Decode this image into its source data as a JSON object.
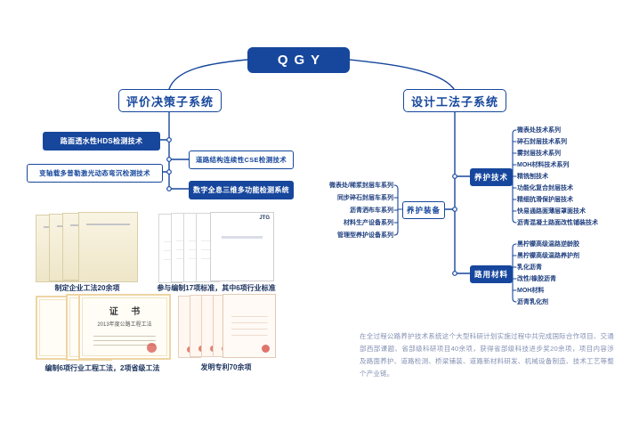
{
  "root": {
    "label": "QGY"
  },
  "left_subsystem": {
    "title": "评价决策子系统",
    "branches": [
      {
        "label": "路面透水性HDS检测技术"
      },
      {
        "label": "道路结构连续性CSE检测技术"
      },
      {
        "label": "变轴载多普勒激光动态弯沉检测技术"
      },
      {
        "label": "数字全息三维多功能检测系统"
      }
    ]
  },
  "right_subsystem": {
    "title": "设计工法子系统",
    "nodes": {
      "tech": {
        "label": "养护技术",
        "items": [
          "微表处技术系列",
          "碎石封层技术系列",
          "雾封层技术系列",
          "MOH材料技术系列",
          "精铣刨技术",
          "功能化复合封层技术",
          "精细抗滑保护层技术",
          "快易通路面薄层罩面技术",
          "沥青混凝土路面改性铺装技术"
        ]
      },
      "equipment": {
        "label": "养护装备",
        "items": [
          "微表处/稀浆封层车系列",
          "同步碎石封层车系列",
          "沥青洒布车系列",
          "材料生产设备系列",
          "管理型养护设备系列"
        ]
      },
      "material": {
        "label": "路用材料",
        "items": [
          "黑柠檬高级温路逆龄胶",
          "黑柠檬高级温路养护剂",
          "乳化沥青",
          "改性/橡胶沥青",
          "MOH材料",
          "沥青乳化剂"
        ]
      }
    }
  },
  "gallery": {
    "jtg_label": "JTG",
    "certificate": {
      "title": "证 书",
      "subtitle": "2013年度公路工程工法"
    },
    "groups": [
      {
        "caption": "制定企业工法20余项"
      },
      {
        "caption": "参与编制17项标准，其中6项行业标准"
      },
      {
        "caption": "编制6项行业工程工法，2项省级工法"
      },
      {
        "caption": "发明专利70余项"
      }
    ]
  },
  "summary": {
    "text": "在全过程公路养护技术系统这个大型科研计划实施过程中共完成国际合作项目、交通部西部课题、省部级科研项目40余项，获得省部级科技进步奖20余项，项目内容涉及路面养护、道路检测、桥梁铺装、道路新材料研发、机械设备制造、技术工艺等整个产业链。"
  },
  "colors": {
    "primary": "#17479d",
    "leaf_text": "#1f3f7f",
    "summary_text": "#8591b4"
  }
}
